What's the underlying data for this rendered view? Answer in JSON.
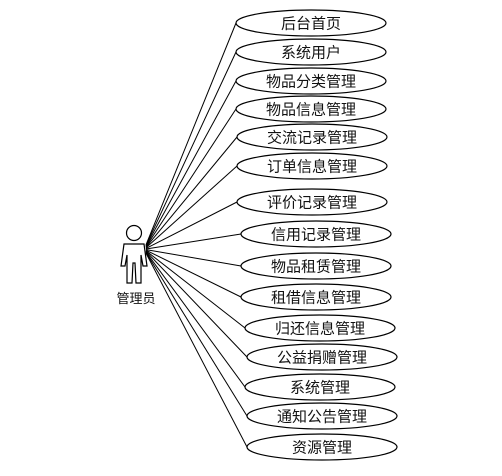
{
  "actor": {
    "label": "管理员"
  },
  "use_cases": [
    "后台首页",
    "系统用户",
    "物品分类管理",
    "物品信息管理",
    "交流记录管理",
    "订单信息管理",
    "评价记录管理",
    "信用记录管理",
    "物品租赁管理",
    "租借信息管理",
    "归还信息管理",
    "公益捐赠管理",
    "系统管理",
    "通知公告管理",
    "资源管理"
  ]
}
